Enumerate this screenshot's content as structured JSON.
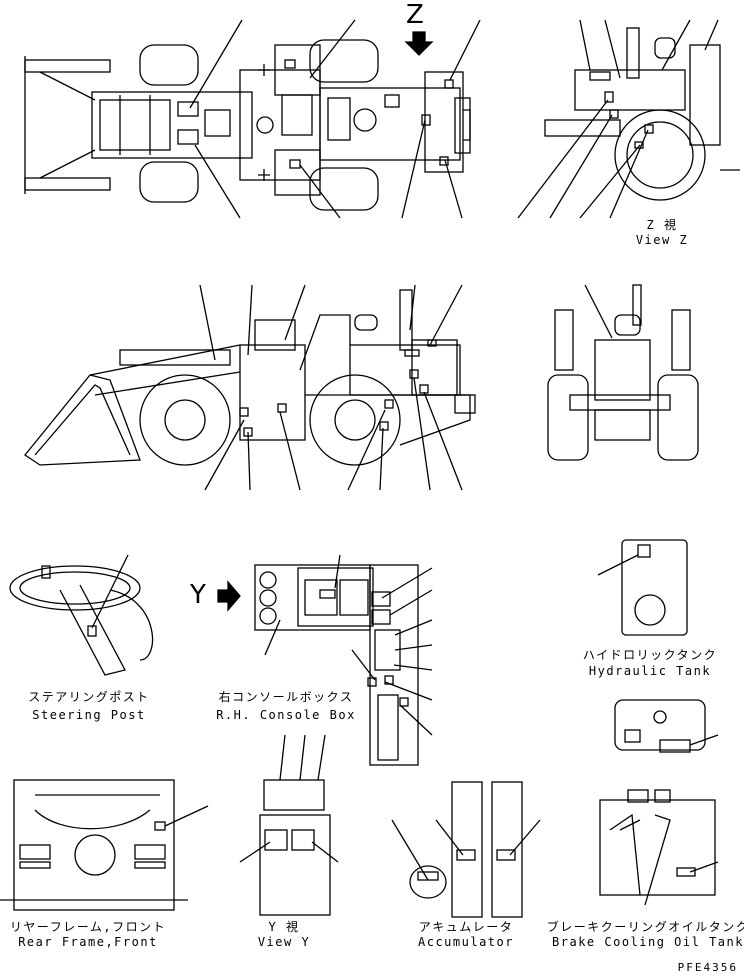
{
  "markers": {
    "z": "Z",
    "y": "Y"
  },
  "captions": {
    "view_z_jp": "Z 視",
    "view_z_en": "View Z",
    "steering_jp": "ステアリングポスト",
    "steering_en": "Steering Post",
    "console_jp": "右コンソールボックス",
    "console_en": "R.H. Console Box",
    "hydraulic_jp": "ハイドロリックタンク",
    "hydraulic_en": "Hydraulic Tank",
    "rear_frame_jp": "リヤーフレーム,フロント",
    "rear_frame_en": "Rear Frame,Front",
    "view_y_jp": "Y 視",
    "view_y_en": "View Y",
    "accumulator_jp": "アキュムレータ",
    "accumulator_en": "Accumulator",
    "brake_jp": "ブレーキクーリングオイルタンク",
    "brake_en": "Brake Cooling Oil Tank"
  },
  "drawing_code": "PFE4356"
}
